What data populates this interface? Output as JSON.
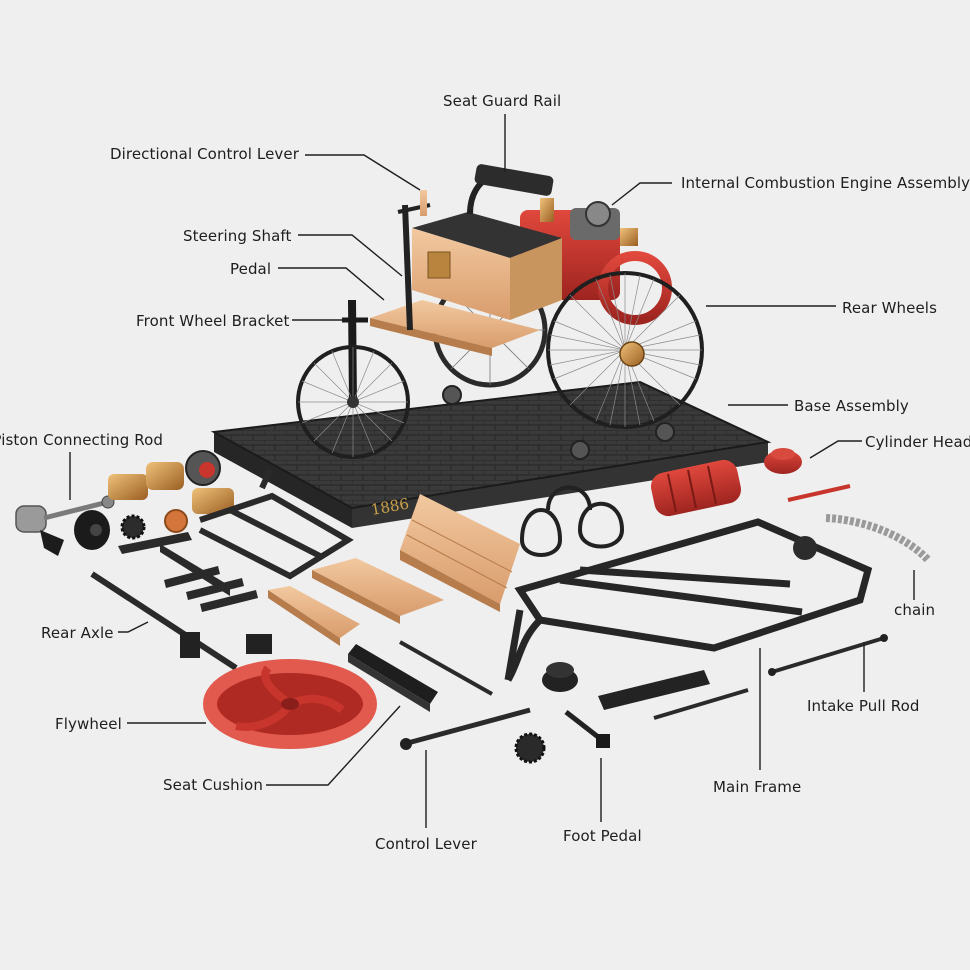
{
  "base_plate": {
    "year_text": "1886"
  },
  "labels": {
    "seat_guard_rail": "Seat Guard Rail",
    "directional_control_lever": "Directional Control Lever",
    "internal_combustion_engine": "Internal Combustion Engine Assembly",
    "steering_shaft": "Steering Shaft",
    "pedal": "Pedal",
    "rear_wheels": "Rear Wheels",
    "front_wheel_bracket": "Front Wheel Bracket",
    "base_assembly": "Base Assembly",
    "piston_connecting_rod": "Piston Connecting Rod",
    "cylinder_head": "Cylinder Head",
    "chain": "chain",
    "rear_axle": "Rear Axle",
    "intake_pull_rod": "Intake Pull Rod",
    "flywheel": "Flywheel",
    "main_frame": "Main Frame",
    "seat_cushion": "Seat Cushion",
    "foot_pedal": "Foot Pedal",
    "control_lever": "Control Lever"
  },
  "colors": {
    "background": "#efefef",
    "metal_black": "#262626",
    "wood": "#e6b489",
    "red_part": "#c8352c",
    "brass": "#c98a3a",
    "leader_line": "#1e1e1e",
    "label_text": "#1e1e1e"
  }
}
